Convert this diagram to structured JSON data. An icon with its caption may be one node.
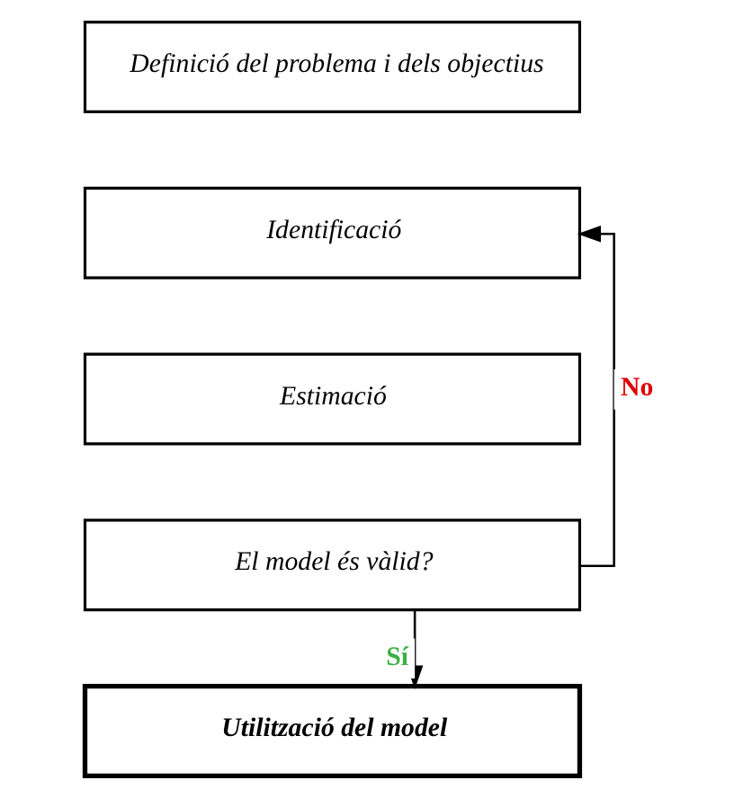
{
  "diagram": {
    "nodes": [
      {
        "text": [
          "Definició del problema i dels objectius"
        ]
      },
      {
        "text": [
          "Identificació"
        ]
      },
      {
        "text": [
          "Estimació"
        ]
      },
      {
        "text": [
          "El model és vàlid?"
        ]
      },
      {
        "text": [
          "Utilització del model"
        ]
      }
    ],
    "edges": [
      {
        "from": 3,
        "to": 4,
        "arrow": "to",
        "label": "Sí"
      },
      {
        "from": 3,
        "to": 1,
        "arrow": "to",
        "label": "No"
      }
    ]
  }
}
